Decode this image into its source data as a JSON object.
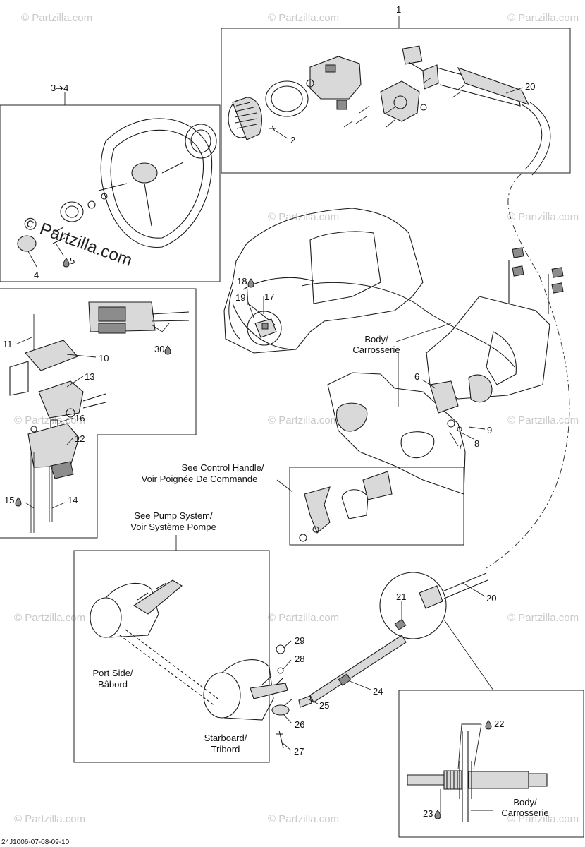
{
  "callouts": {
    "c1": "1",
    "c2": "2",
    "c3_4": "3➔4",
    "c4": "4",
    "c5": "5",
    "c6": "6",
    "c7": "7",
    "c8": "8",
    "c9": "9",
    "c10": "10",
    "c11": "11",
    "c12": "12",
    "c13": "13",
    "c14": "14",
    "c15": "15",
    "c16": "16",
    "c17": "17",
    "c18": "18",
    "c19": "19",
    "c20a": "20",
    "c20b": "20",
    "c21": "21",
    "c22": "22",
    "c23": "23",
    "c24": "24",
    "c25": "25",
    "c26": "26",
    "c27": "27",
    "c28": "28",
    "c29": "29",
    "c30": "30"
  },
  "labels": {
    "body_1": "Body/",
    "body_2": "Carrosserie",
    "body2_1": "Body/",
    "body2_2": "Carrosserie",
    "control_1": "See Control Handle/",
    "control_2": "Voir Poignée De Commande",
    "pump_1": "See Pump System/",
    "pump_2": "Voir Système Pompe",
    "port_1": "Port Side/",
    "port_2": "Bâbord",
    "starboard_1": "Starboard/",
    "starboard_2": "Tribord"
  },
  "watermark": {
    "text": "© Partzilla.com",
    "big_text": "© Partzilla.com"
  },
  "drawing_code": "24J1006-07-08-09-10",
  "icons": {
    "lubricant": "oil-drop-icon"
  }
}
